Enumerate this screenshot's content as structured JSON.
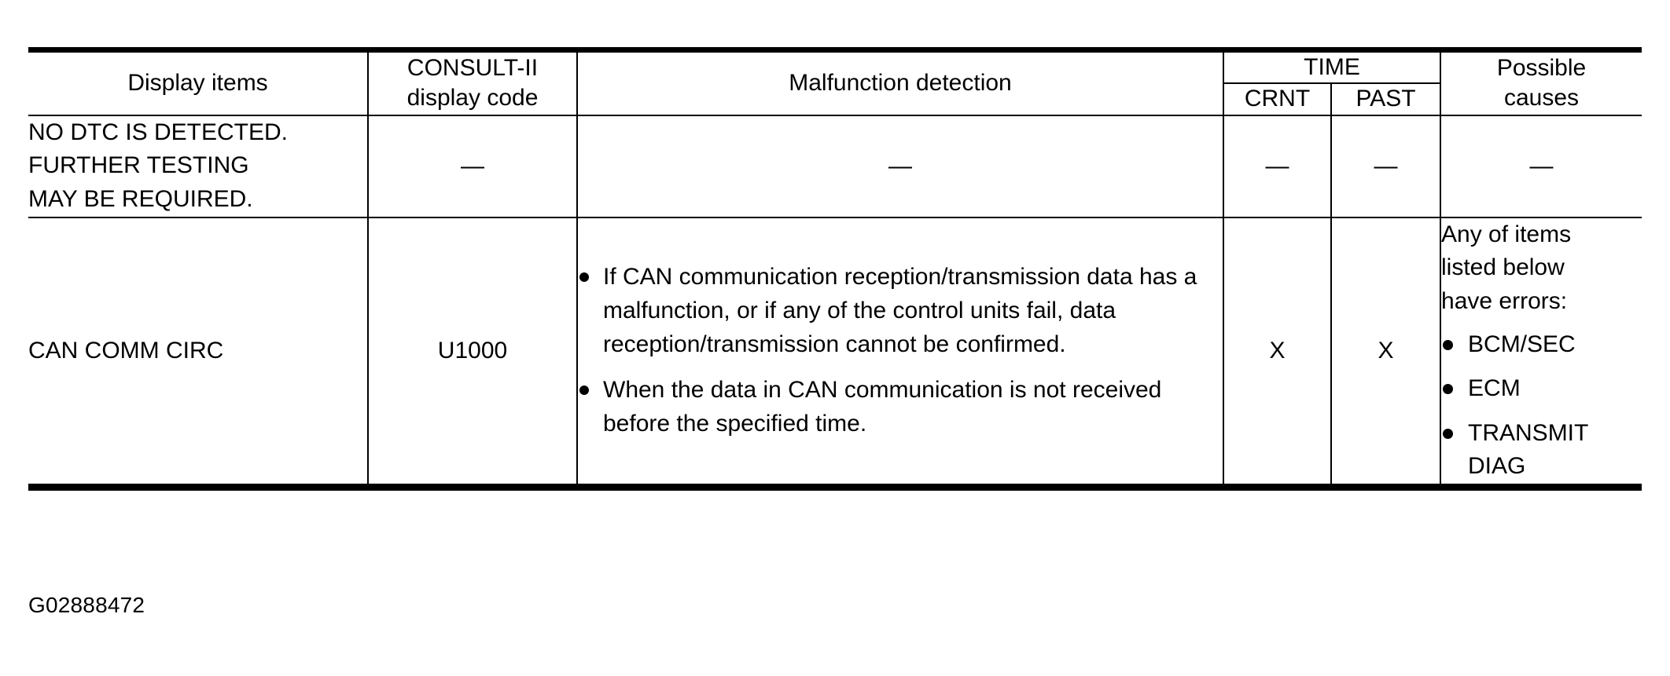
{
  "table": {
    "columns": [
      {
        "id": "display-items",
        "label": "Display items"
      },
      {
        "id": "consult-code",
        "label_line1": "CONSULT-II",
        "label_line2": "display code"
      },
      {
        "id": "malfunction-detection",
        "label": "Malfunction detection"
      },
      {
        "id": "time",
        "label": "TIME",
        "sub": [
          {
            "id": "crnt",
            "label": "CRNT"
          },
          {
            "id": "past",
            "label": "PAST"
          }
        ]
      },
      {
        "id": "possible-causes",
        "label_line1": "Possible",
        "label_line2": "causes"
      }
    ],
    "rows": [
      {
        "display_items_lines": [
          "NO DTC IS DETECTED.",
          "FURTHER TESTING",
          "MAY BE REQUIRED."
        ],
        "consult_code": "—",
        "malfunction_detection": "—",
        "crnt": "—",
        "past": "—",
        "possible_causes": "—"
      },
      {
        "display_items": "CAN COMM CIRC",
        "consult_code": "U1000",
        "malfunction_bullets": [
          "If CAN communication reception/transmission data has a malfunction, or if any of the control units fail, data reception/transmission cannot be confirmed.",
          "When the data in CAN communication is not received before the specified time."
        ],
        "crnt": "X",
        "past": "X",
        "causes_intro_lines": [
          "Any of items",
          "listed below",
          "have errors:"
        ],
        "causes_items": [
          "BCM/SEC",
          "ECM",
          "TRANSMIT DIAG"
        ]
      }
    ]
  },
  "caption": "G02888472",
  "colors": {
    "ink": "#000000",
    "paper": "#ffffff"
  }
}
